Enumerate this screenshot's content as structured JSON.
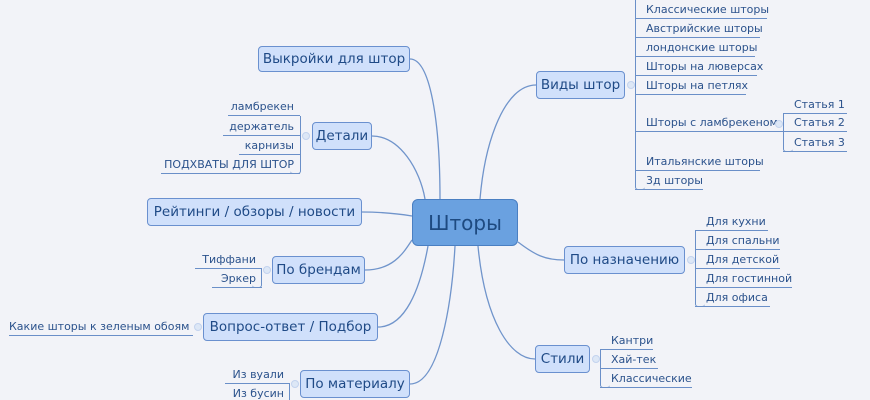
{
  "center": "Шторы",
  "topics": {
    "patterns": {
      "label": "Выкройки для штор"
    },
    "details": {
      "label": "Детали",
      "items": [
        "ламбрекен",
        "держатель",
        "карнизы",
        "ПОДХВАТЫ ДЛЯ ШТОР"
      ]
    },
    "ratings": {
      "label": "Рейтинги / обзоры / новости"
    },
    "brands": {
      "label": "По брендам",
      "items": [
        "Тиффани",
        "Эркер"
      ]
    },
    "qa": {
      "label": "Вопрос-ответ / Подбор",
      "items": [
        "Какие шторы к зеленым обоям"
      ]
    },
    "material": {
      "label": "По материалу",
      "items": [
        "Из вуали",
        "Из бусин"
      ]
    },
    "types": {
      "label": "Виды штор",
      "items": [
        "Классические шторы",
        "Австрийские шторы",
        "лондонские шторы",
        "Шторы на люверсах",
        "Шторы на петлях",
        "Шторы с ламбрекеном",
        "Итальянские шторы",
        "3д шторы"
      ],
      "sub": [
        "Статья 1",
        "Статья 2",
        "Статья 3"
      ]
    },
    "purpose": {
      "label": "По назначению",
      "items": [
        "Для кухни",
        "Для спальни",
        "Для детской",
        "Для гостинной",
        "Для офиса"
      ]
    },
    "styles": {
      "label": "Стили",
      "items": [
        "Кантри",
        "Хай-тек",
        "Классические"
      ]
    }
  },
  "colors": {
    "background": "#f2f3f8",
    "node_fill": "#d0e0fb",
    "center_fill": "#6aa1e0",
    "line": "#6a8fc8",
    "text": "#1f4a86"
  }
}
